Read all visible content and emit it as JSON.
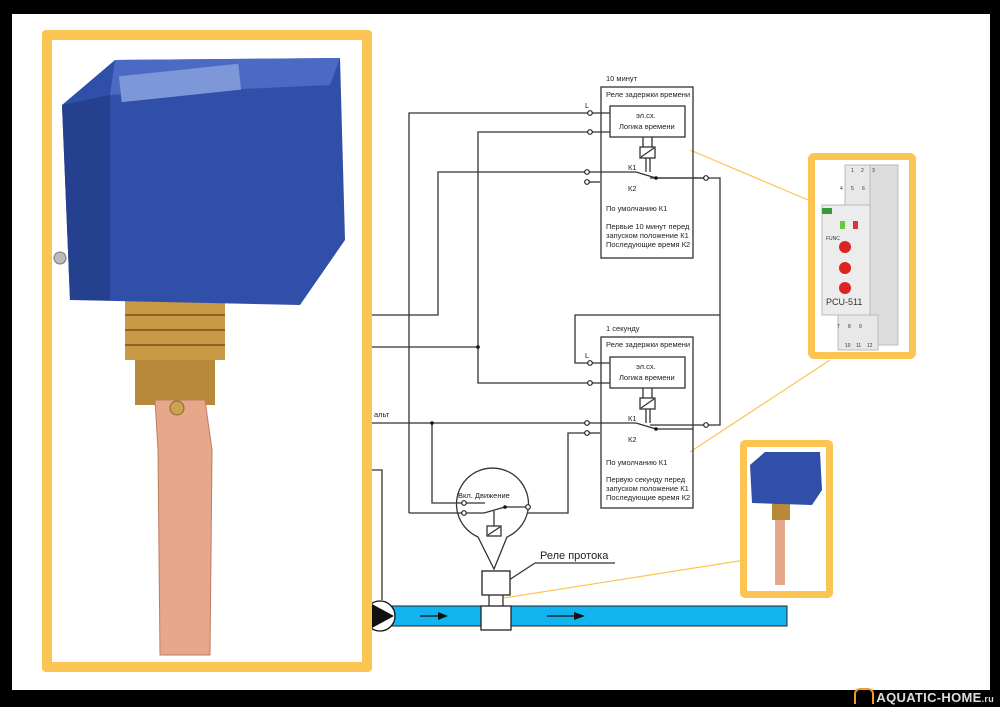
{
  "relay1": {
    "time_label": "10 минут",
    "title": "Реле задержки времени",
    "logic_line1": "эл.сх.",
    "logic_line2": "Логика времени",
    "terminal_l": "L",
    "k1": "К1",
    "k2": "К2",
    "default": "По умолчанию К1",
    "note1": "Первые 10 минут перед",
    "note2": "запуском положение К1",
    "note3": "Последующие время К2"
  },
  "relay2": {
    "time_label": "1 секунду",
    "title": "Реле задержки времени",
    "logic_line1": "эл.сх.",
    "logic_line2": "Логика времени",
    "terminal_l": "L",
    "k1": "К1",
    "k2": "К2",
    "default": "По умолчанию К1",
    "note1": "Первую секунду перед",
    "note2": "запуском положение К1",
    "note3": "Последующие время К2"
  },
  "switch": {
    "label": "Вкл. Движение"
  },
  "flow_relay": {
    "label": "Реле протока"
  },
  "remote_label": "альт",
  "pcu": {
    "model": "PCU-511",
    "terminals_top": [
      "1",
      "2",
      "3",
      "4",
      "5",
      "6"
    ],
    "terminals_bottom": [
      "7",
      "8",
      "9",
      "10",
      "11",
      "12"
    ],
    "knob_label": "FUNC"
  },
  "watermark": {
    "name": "AQUATIC-HOME",
    "tld": ".ru"
  },
  "colors": {
    "frame": "#fbc453",
    "pipe": "#12b4f0",
    "switch_body": "#2f4fa8",
    "brass": "#b8893a",
    "paddle": "#e6a88a"
  }
}
